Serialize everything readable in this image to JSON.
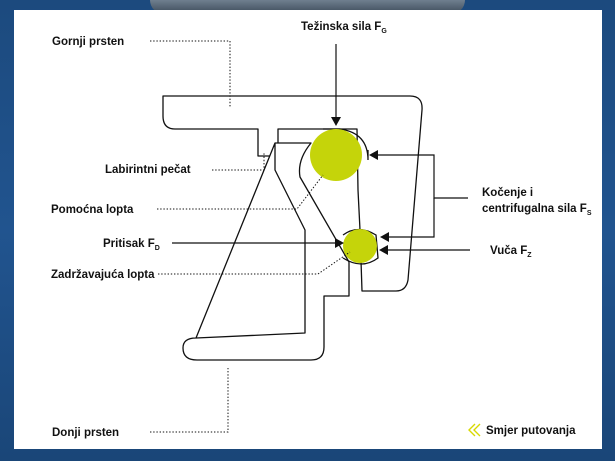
{
  "labels": {
    "gornji_prsten": "Gornji prsten",
    "tezinska_sila": "Težinska sila F",
    "tezinska_sila_sub": "G",
    "labirintni_pecat": "Labirintni pečat",
    "pomocna_lopta": "Pomoćna lopta",
    "kocenje_line1": "Kočenje i",
    "kocenje_line2": "centrifugalna sila F",
    "kocenje_sub": "S",
    "pritisak": "Pritisak F",
    "pritisak_sub": "D",
    "vuca": "Vuča F",
    "vuca_sub": "Z",
    "zadrzavajuca_lopta": "Zadržavajuća lopta",
    "donji_prsten": "Donji prsten",
    "smjer_putovanja": "Smjer putovanja",
    "direction_icon": "double-chevron-left"
  },
  "colors": {
    "background": "#1f4f86",
    "panel": "#ffffff",
    "ball": "#c5d40a",
    "line": "#111111",
    "direction_icon": "#d8d900"
  }
}
